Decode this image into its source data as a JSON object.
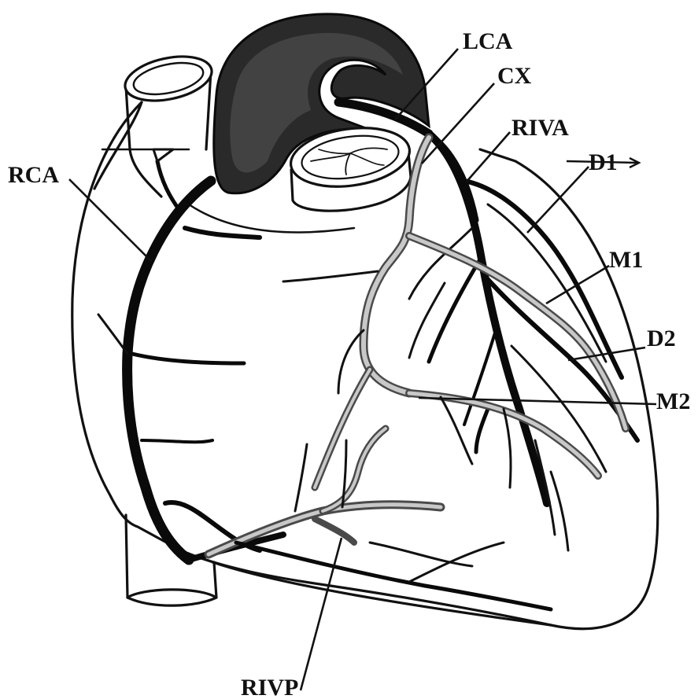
{
  "labels": {
    "lca": "LCA",
    "cx": "CX",
    "riva": "RIVA",
    "d1": "D1",
    "rca": "RCA",
    "m1": "M1",
    "d2": "D2",
    "m2": "M2",
    "rivp": "RIVP"
  },
  "colors": {
    "ink": "#111111",
    "background": "#ffffff",
    "aorta_fill": "#2a2a2a",
    "vessel_grey": "#c8c8c8"
  }
}
